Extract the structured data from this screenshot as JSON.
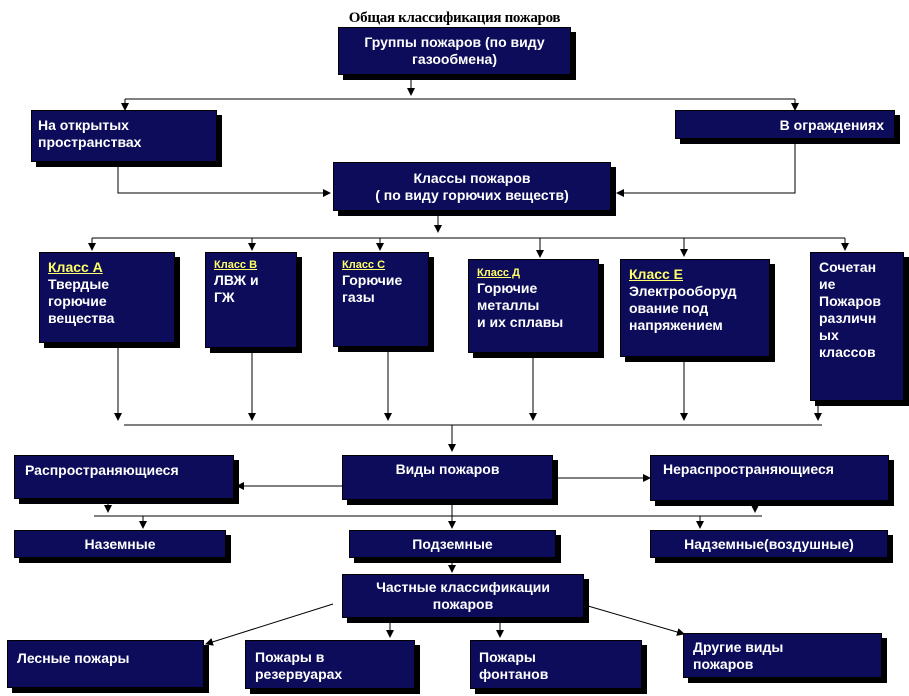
{
  "title": "Общая классификация пожаров",
  "groups": {
    "root": "Группы пожаров (по виду газообмена)",
    "open": "На открытых пространствах",
    "enclosed": "В ограждениях"
  },
  "classes": {
    "header": "Классы пожаров\n( по виду горючих веществ)",
    "a": {
      "head": "Класс А",
      "text": "Твердые\nгорючие\nвещества"
    },
    "b": {
      "head": "Класс В",
      "text": "ЛВЖ и\nГЖ"
    },
    "c": {
      "head": "Класс С",
      "text": "Горючие\nгазы"
    },
    "d": {
      "head": "Класс Д",
      "text": "Горючие\nметаллы\nи их сплавы"
    },
    "e": {
      "head": "Класс Е",
      "text": "Электрооборуд\nование   под\nнапряжением"
    },
    "combo": "Сочетан\nие\nПожаров\nразличн\nых\nклассов"
  },
  "types": {
    "header": "Виды пожаров",
    "spreading": "Распространяющиеся",
    "nonspreading": "Нераспространяющиеся",
    "ground": "Наземные",
    "underground": "Подземные",
    "aerial": "Надземные(воздушные)"
  },
  "particular": {
    "header": "Частные классификации\nпожаров",
    "forest": "Лесные пожары",
    "tanks": "Пожары в\nрезервуарах",
    "fountains": "Пожары\nфонтанов",
    "other": "Другие виды\nпожаров"
  }
}
